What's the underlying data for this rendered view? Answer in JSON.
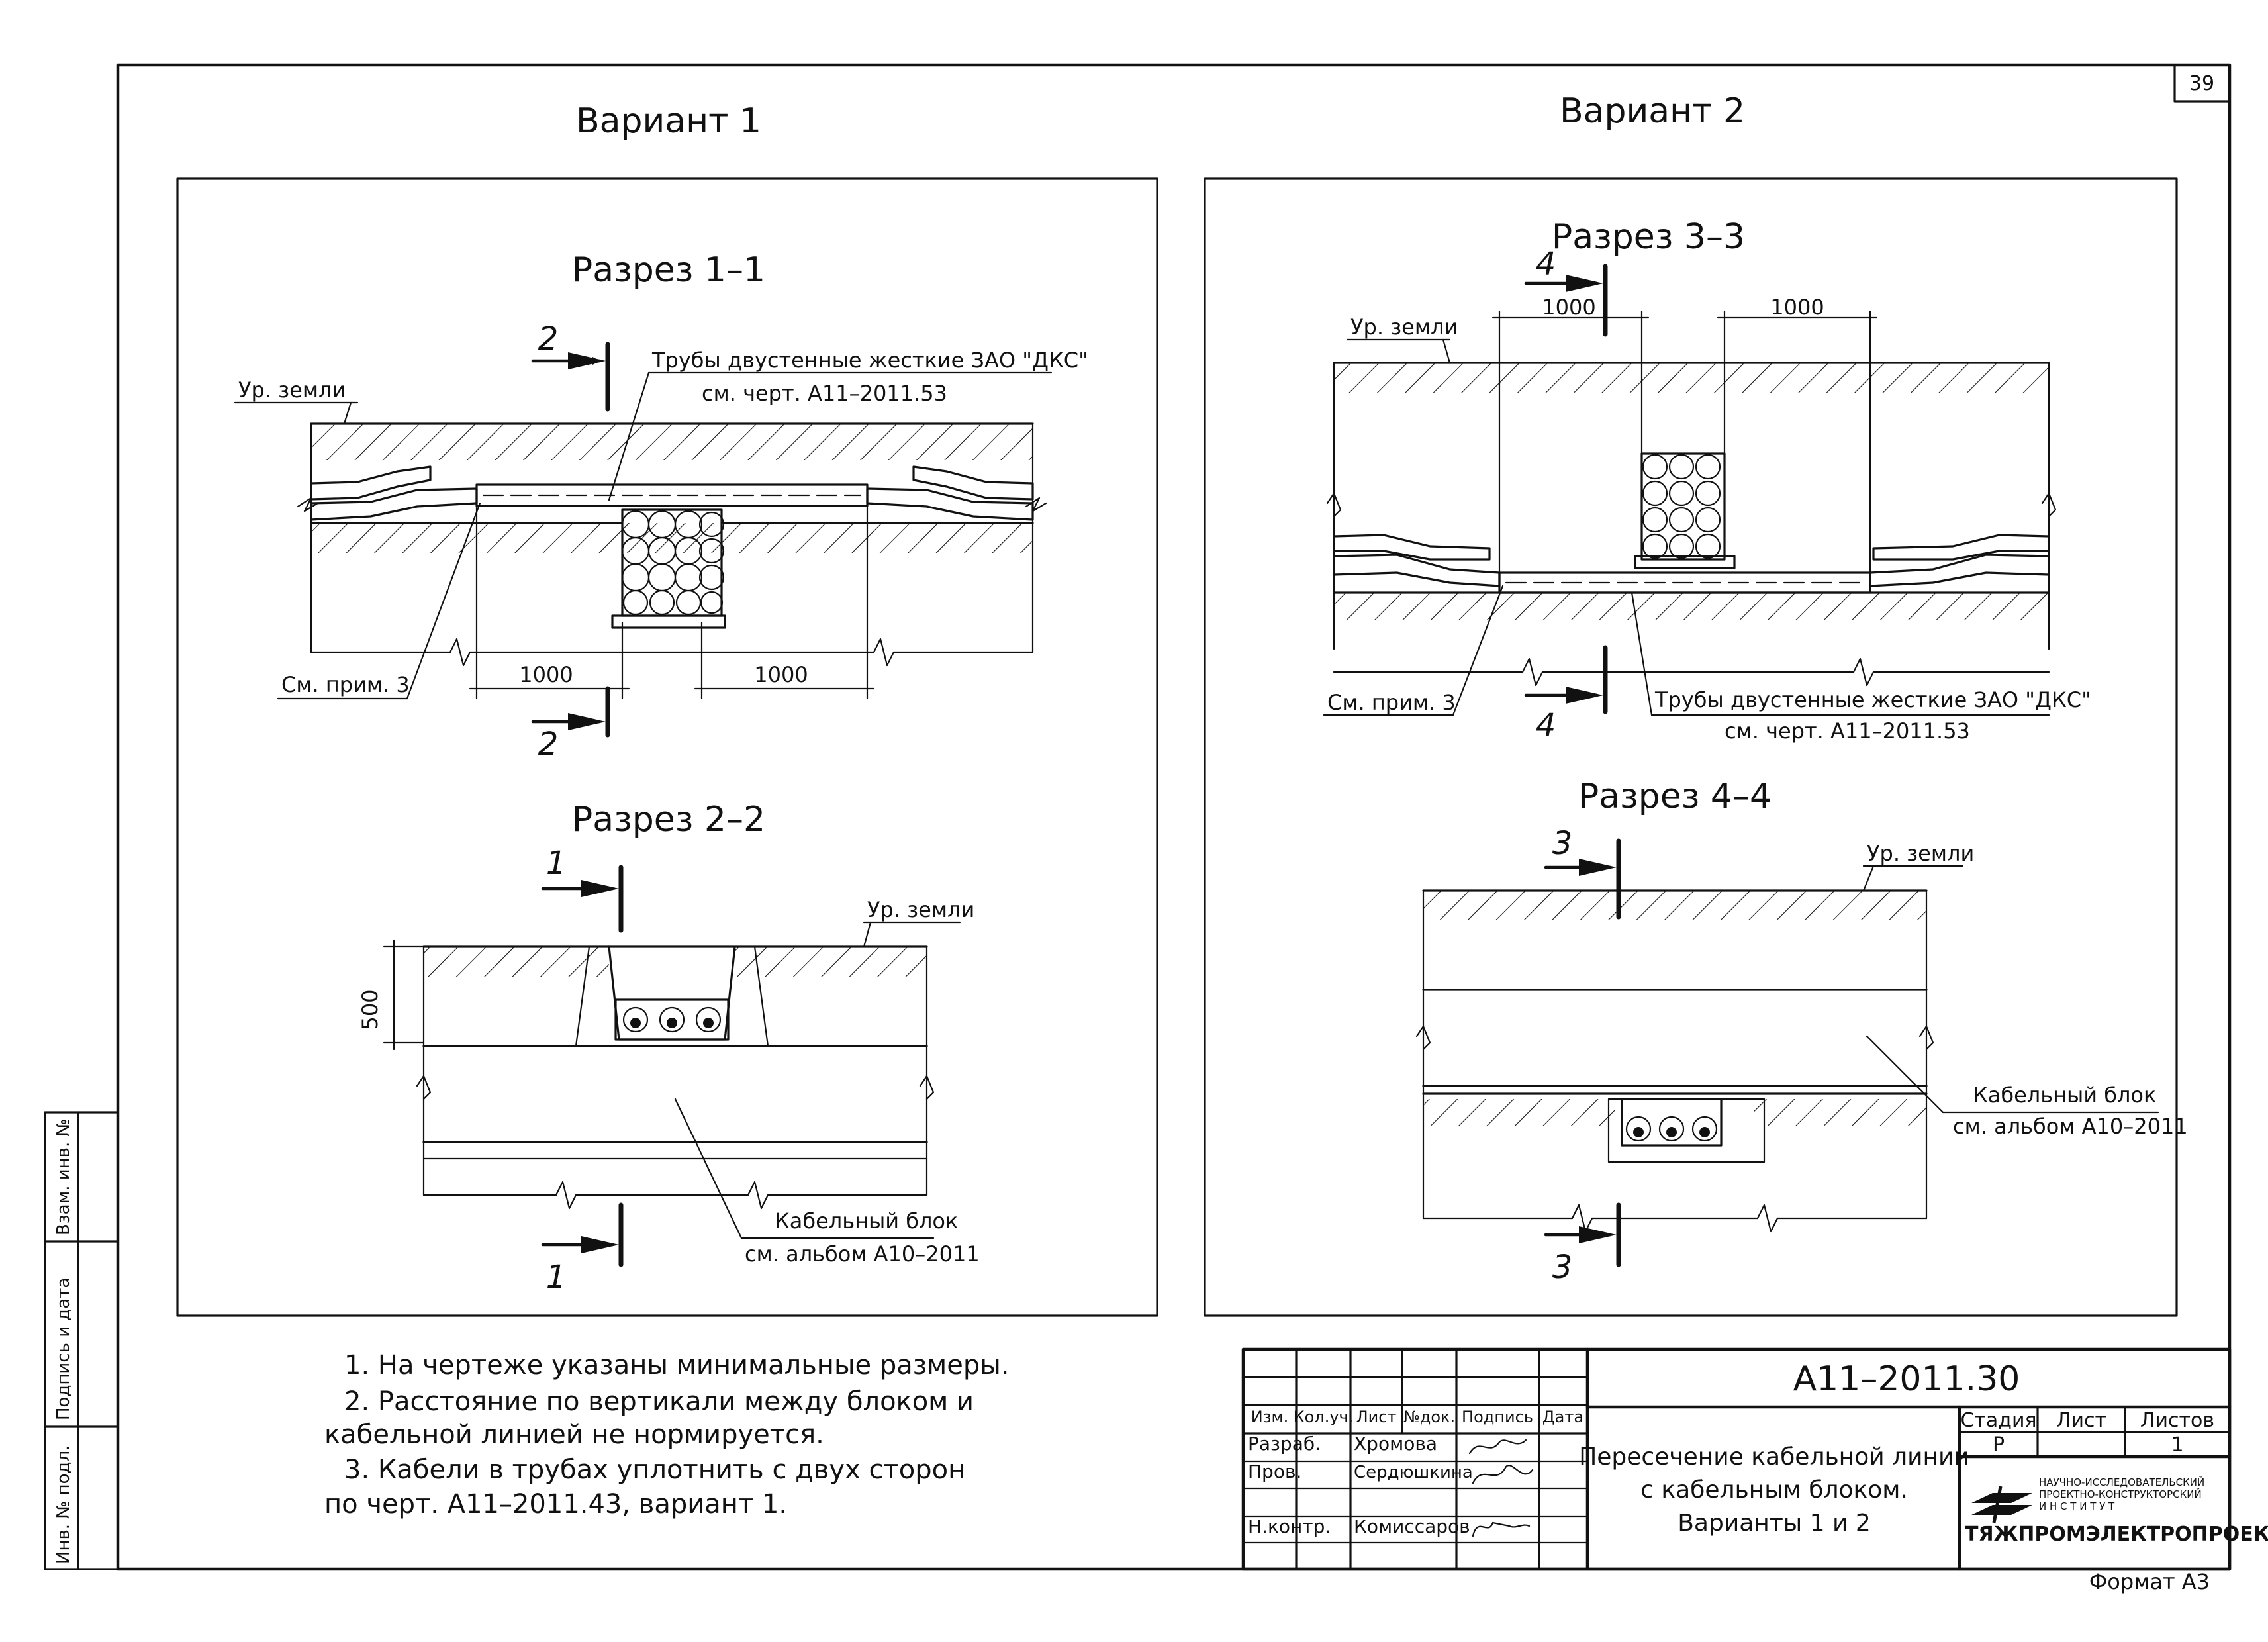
{
  "sheet": {
    "number": "39",
    "format": "Формат А3",
    "variant1_title": "Вариант 1",
    "variant2_title": "Вариант 2"
  },
  "section_1_1": {
    "title": "Разрез 1–1",
    "cut_mark_top": "2",
    "cut_mark_bottom": "2",
    "ground_label": "Ур. земли",
    "pipes_note_line1": "Трубы двустенные жесткие ЗАО \"ДКС\"",
    "pipes_note_line2": "см. черт. А11–2011.53",
    "see_note": "См. прим. 3",
    "dim_left": "1000",
    "dim_right": "1000"
  },
  "section_2_2": {
    "title": "Разрез 2–2",
    "cut_mark_top": "1",
    "cut_mark_bottom": "1",
    "ground_label": "Ур. земли",
    "dim_height": "500",
    "block_note_line1": "Кабельный блок",
    "block_note_line2": "см. альбом А10–2011"
  },
  "section_3_3": {
    "title": "Разрез 3–3",
    "cut_mark_top": "4",
    "cut_mark_bottom": "4",
    "ground_label": "Ур. земли",
    "dim_left": "1000",
    "dim_right": "1000",
    "see_note": "См. прим. 3",
    "pipes_note_line1": "Трубы двустенные жесткие ЗАО \"ДКС\"",
    "pipes_note_line2": "см. черт. А11–2011.53"
  },
  "section_4_4": {
    "title": "Разрез 4–4",
    "cut_mark_top": "3",
    "cut_mark_bottom": "3",
    "ground_label": "Ур. земли",
    "block_note_line1": "Кабельный блок",
    "block_note_line2": "см. альбом А10–2011"
  },
  "notes": [
    "1. На чертеже указаны минимальные размеры.",
    "2. Расстояние по вертикали между блоком и",
    "кабельной линией не нормируется.",
    "3. Кабели в трубах уплотнить с двух сторон",
    "по черт. А11–2011.43, вариант 1."
  ],
  "side_stamp": {
    "cell1": "Инв. № подл.",
    "cell2": "Подпись и дата",
    "cell3": "Взам. инв. №"
  },
  "title_block": {
    "code": "А11–2011.30",
    "headers": [
      "Изм.",
      "Кол.уч.",
      "Лист",
      "№док.",
      "Подпись",
      "Дата"
    ],
    "roles": [
      {
        "role": "Разраб.",
        "name": "Хромова"
      },
      {
        "role": "Пров.",
        "name": "Сердюшкина"
      },
      {
        "role": "Н.контр.",
        "name": "Комиссаров"
      }
    ],
    "title_line1": "Пересечение кабельной линии",
    "title_line2": "с кабельным блоком.",
    "title_line3": "Варианты 1 и 2",
    "stage_header": "Стадия",
    "sheet_header": "Лист",
    "sheets_header": "Листов",
    "stage_value": "Р",
    "sheet_value": "",
    "sheets_value": "1",
    "org_line1": "НАУЧНО-ИССЛЕДОВАТЕЛЬСКИЙ",
    "org_line2": "ПРОЕКТНО-КОНСТРУКТОРСКИЙ",
    "org_line3": "И Н С Т И Т У Т",
    "org_name": "ТЯЖПРОМЭЛЕКТРОПРОЕКТ"
  }
}
